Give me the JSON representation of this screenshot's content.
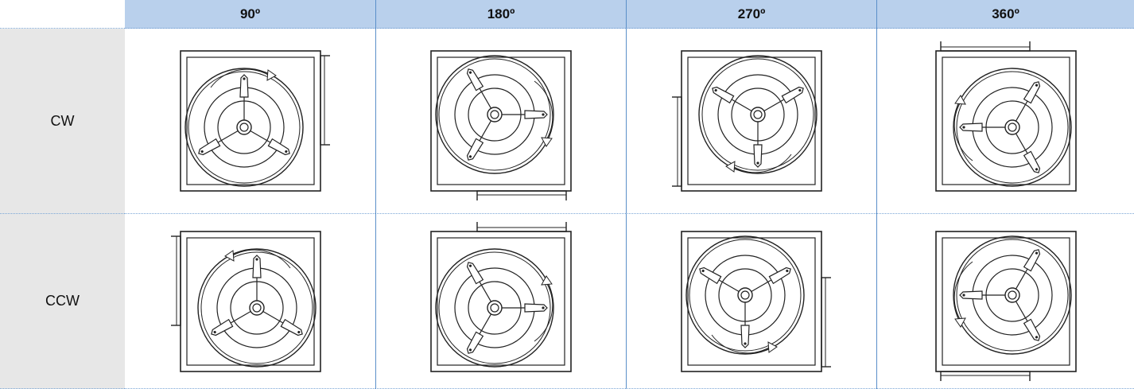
{
  "table": {
    "columns": [
      "90º",
      "180º",
      "270º",
      "360º"
    ],
    "rows": [
      "CW",
      "CCW"
    ]
  }
}
